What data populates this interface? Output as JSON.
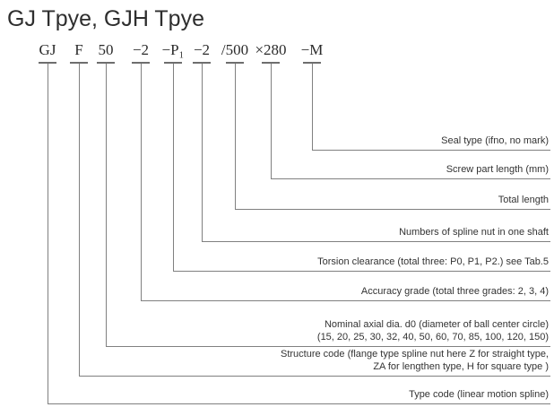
{
  "page": {
    "title": "GJ Tpye, GJH Tpye"
  },
  "colors": {
    "title_text": "#2e2e2e",
    "code_text": "#2b2b2b",
    "label_text": "#333333",
    "leader_line": "#808080"
  },
  "code_segments": [
    {
      "code": "GJ",
      "label": "Type code (linear motion spline)"
    },
    {
      "code": "F",
      "label": "Structure code (flange type spline nut here Z for straight type,\nZA for lengthen type, H for square type )"
    },
    {
      "code": "50",
      "label": "Nominal axial dia. d0 (diameter of ball center circle)\n(15, 20, 25, 30, 32, 40, 50, 60, 70, 85, 100, 120, 150)"
    },
    {
      "code": "−2",
      "label": "Accuracy grade (total three grades: 2, 3, 4)"
    },
    {
      "code": "−P₁",
      "label": "Torsion clearance (total three: P0, P1, P2.) see Tab.5"
    },
    {
      "code": "−2",
      "label": "Numbers of spline nut in one shaft"
    },
    {
      "code": "/500",
      "label": "Total length"
    },
    {
      "code": "×280",
      "label": "Screw part length (mm)"
    },
    {
      "code": "−M",
      "label": "Seal type (ifno, no mark)"
    }
  ]
}
